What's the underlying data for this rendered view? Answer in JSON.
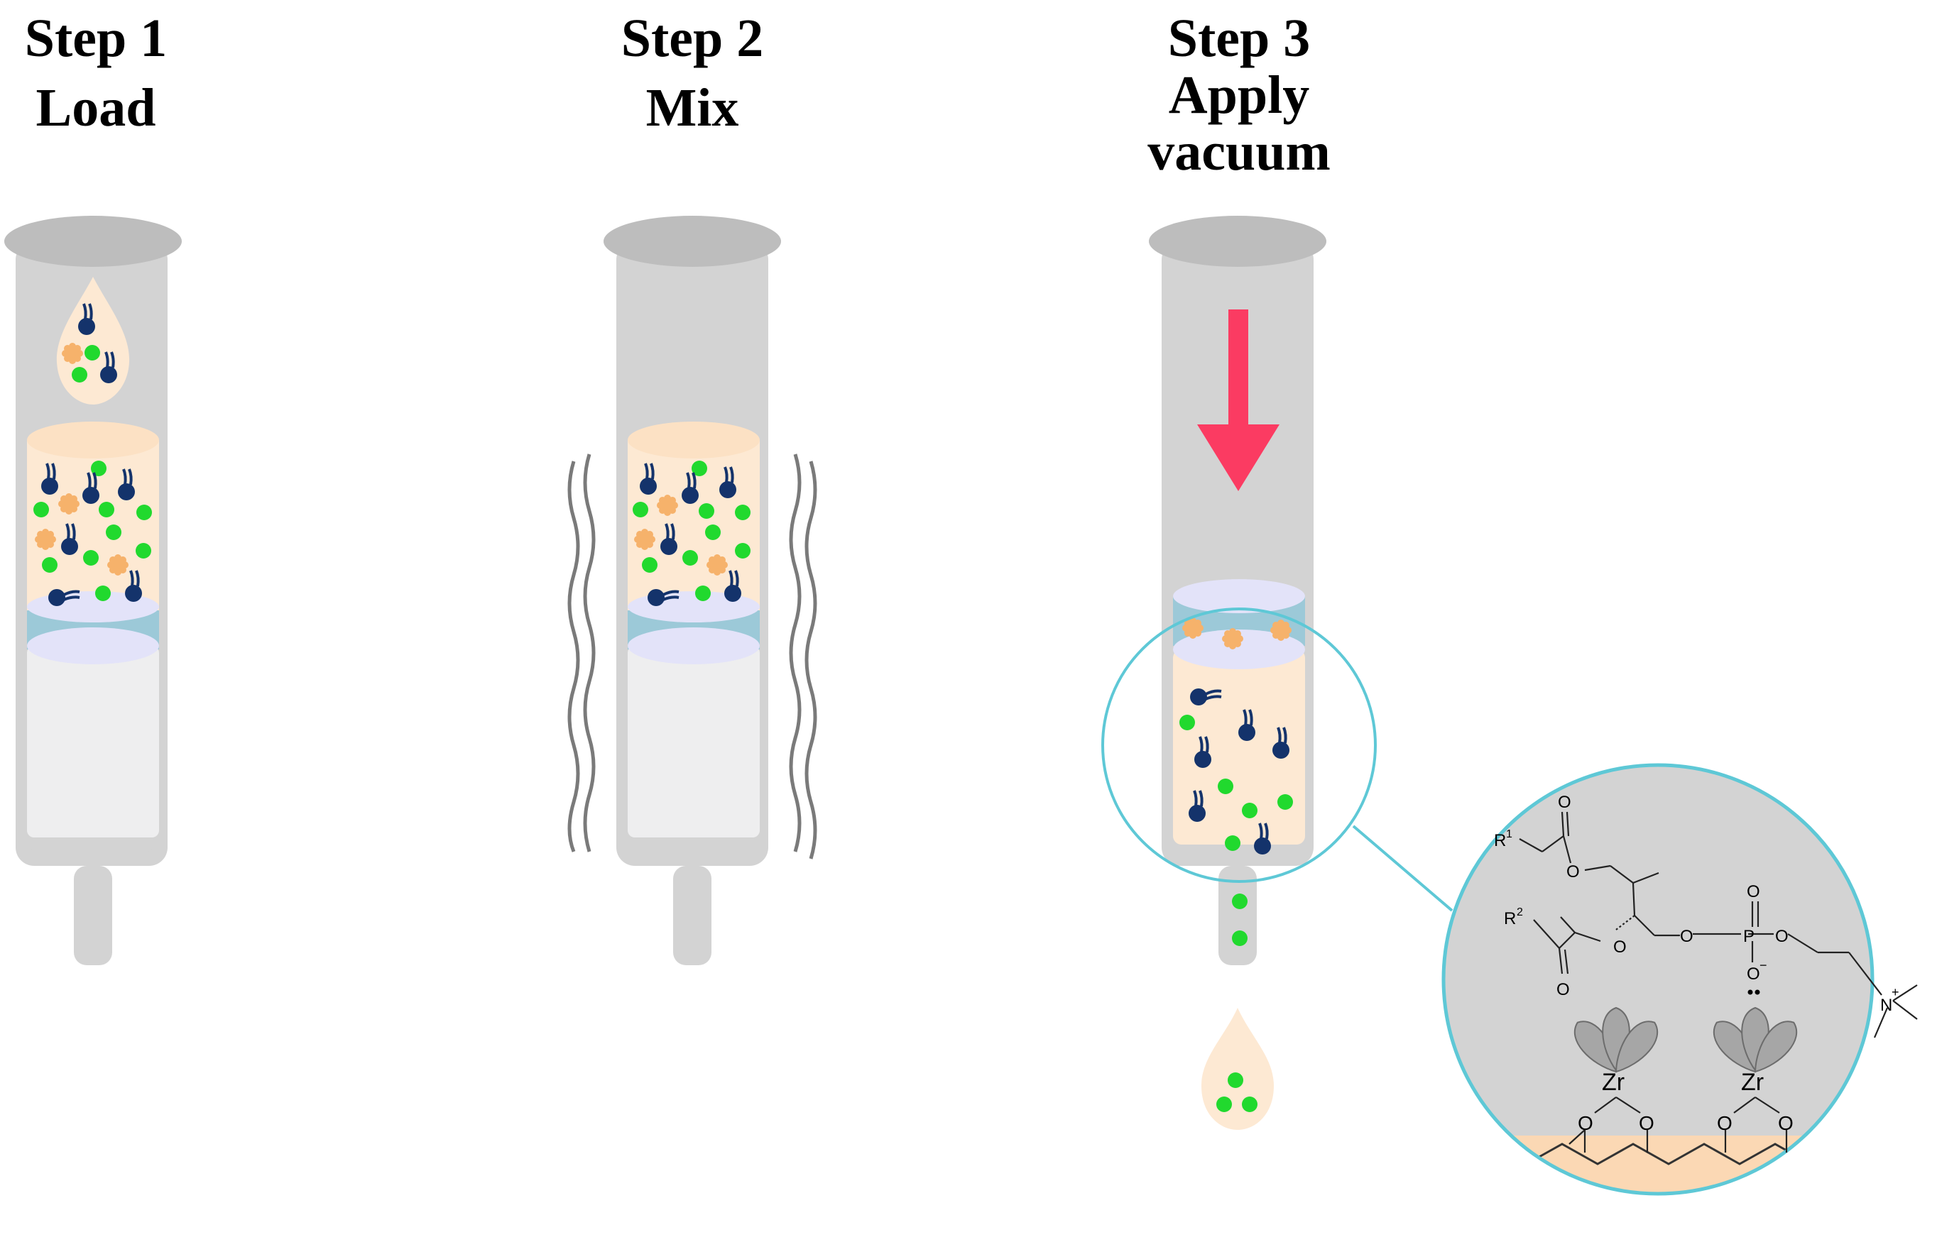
{
  "steps": [
    {
      "line1": "Step 1",
      "line2": "Load",
      "line3": ""
    },
    {
      "line1": "Step 2",
      "line2": "Mix",
      "line3": ""
    },
    {
      "line1": "Step 3",
      "line2": "Apply",
      "line3": "vacuum"
    }
  ],
  "chemistry": {
    "r1": "R",
    "r1_sup": "1",
    "r2": "R",
    "r2_sup": "2",
    "oxygen": "O",
    "phosphorus": "P",
    "o_minus": "O",
    "minus": "−",
    "nitrogen": "N",
    "plus": "+",
    "zirconium": "Zr"
  },
  "colors": {
    "tube_gray": "#d3d3d3",
    "tube_rim": "#bdbdbd",
    "liquid": "#fde9d3",
    "frit_top": "#e3e3f9",
    "frit_band": "#9cc9d8",
    "packing": "#eeeeef",
    "green_dot": "#21d92e",
    "navy_lipid": "#14336b",
    "orange_star": "#f6b26b",
    "arrow_red": "#fb3b62",
    "zoom_cyan": "#5ec8d6"
  }
}
